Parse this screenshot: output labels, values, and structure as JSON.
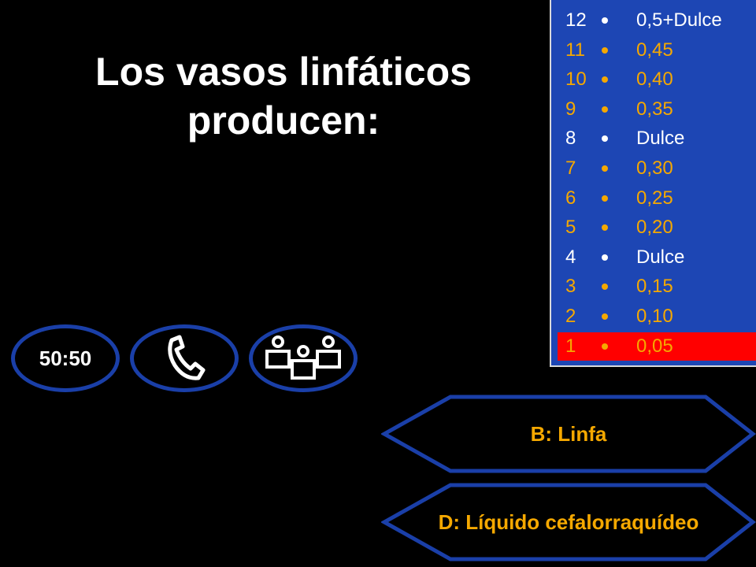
{
  "question": {
    "text": "Los vasos linfáticos producen:"
  },
  "ladder": {
    "rungs": [
      {
        "level": "12",
        "prize": "0,5+Dulce",
        "milestone": true
      },
      {
        "level": "11",
        "prize": "0,45",
        "milestone": false
      },
      {
        "level": "10",
        "prize": "0,40",
        "milestone": false
      },
      {
        "level": "9",
        "prize": "0,35",
        "milestone": false
      },
      {
        "level": "8",
        "prize": "Dulce",
        "milestone": true
      },
      {
        "level": "7",
        "prize": "0,30",
        "milestone": false
      },
      {
        "level": "6",
        "prize": "0,25",
        "milestone": false
      },
      {
        "level": "5",
        "prize": "0,20",
        "milestone": false
      },
      {
        "level": "4",
        "prize": "Dulce",
        "milestone": true
      },
      {
        "level": "3",
        "prize": "0,15",
        "milestone": false
      },
      {
        "level": "2",
        "prize": "0,10",
        "milestone": false
      },
      {
        "level": "1",
        "prize": "0,05",
        "milestone": false
      }
    ],
    "current_level": "1"
  },
  "lifelines": {
    "fifty_fifty": {
      "label": "50:50",
      "icon": "fifty-fifty-icon"
    },
    "phone": {
      "icon": "phone-icon"
    },
    "audience": {
      "icon": "audience-icon"
    }
  },
  "answers": {
    "b": {
      "text": "B:  Linfa"
    },
    "d": {
      "text": "D:  Líquido cefalorraquídeo"
    }
  },
  "colors": {
    "background": "#000000",
    "ladder_bg": "#1d46b4",
    "prize_text": "#f5a800",
    "milestone_text": "#ffffff",
    "current_highlight": "#ff0000",
    "answer_border": "#1a3fa8",
    "answer_text": "#f5a800"
  }
}
